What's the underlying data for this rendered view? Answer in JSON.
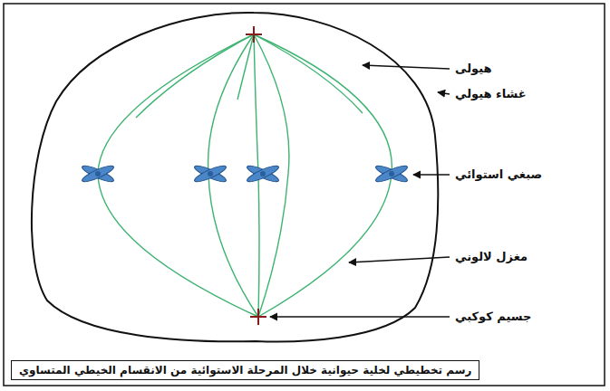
{
  "diagram": {
    "caption": "رسم تخطيطي لخلية حيوانية خلال المرحلة الاستوائية من الانقسام الخيطي المتساوي",
    "labels": [
      "هيولى",
      "غشاء هيولي",
      "صبغي استوائي",
      "مغزل لالوني",
      "جسيم كوكبي"
    ]
  }
}
